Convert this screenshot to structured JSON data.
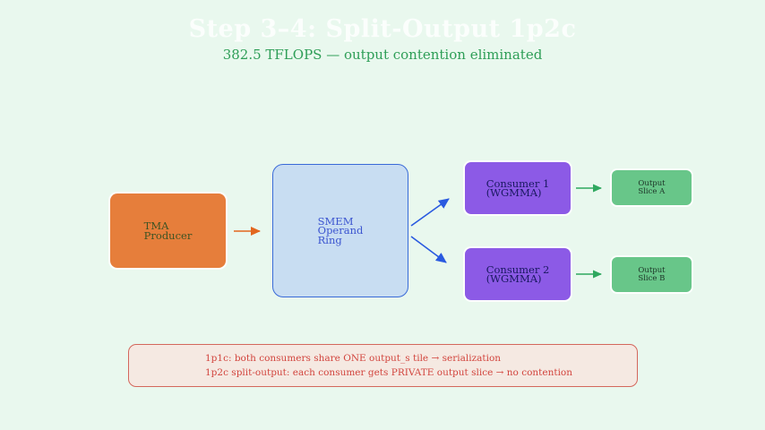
{
  "header": {
    "title": "Step 3–4: Split-Output 1p2c",
    "subtitle": "382.5 TFLOPS — output contention eliminated"
  },
  "nodes": {
    "tma": {
      "line1": "TMA",
      "line2": "Producer"
    },
    "smem": {
      "line1": "SMEM",
      "line2": "Operand",
      "line3": "Ring"
    },
    "consumer1": {
      "line1": "Consumer 1",
      "line2": "(WGMMA)"
    },
    "consumer2": {
      "line1": "Consumer 2",
      "line2": "(WGMMA)"
    },
    "outputA": {
      "line1": "Output",
      "line2": "Slice A"
    },
    "outputB": {
      "line1": "Output",
      "line2": "Slice B"
    }
  },
  "note": {
    "line1": "1p1c: both consumers share ONE output_s tile → serialization",
    "line2": "1p2c split-output: each consumer gets PRIVATE output slice → no contention"
  },
  "colors": {
    "background": "#e9f8ee",
    "title_text": "#fbfefc",
    "subtitle_text": "#2e9e57",
    "tma_fill": "#e67e3b",
    "tma_text": "#3d5323",
    "smem_fill": "#c8ddf2",
    "smem_border": "#3a6ad8",
    "smem_text": "#3c55d0",
    "consumer_fill": "#8c5ae6",
    "consumer_text": "#191960",
    "output_fill": "#68c689",
    "output_text": "#1c3326",
    "orange_arrow": "#e2661e",
    "blue_arrow": "#2a5ae0",
    "green_arrow": "#2fa85f",
    "note_fill": "#f5e9e2",
    "note_border": "#d4675c",
    "note_text": "#d2453e"
  }
}
